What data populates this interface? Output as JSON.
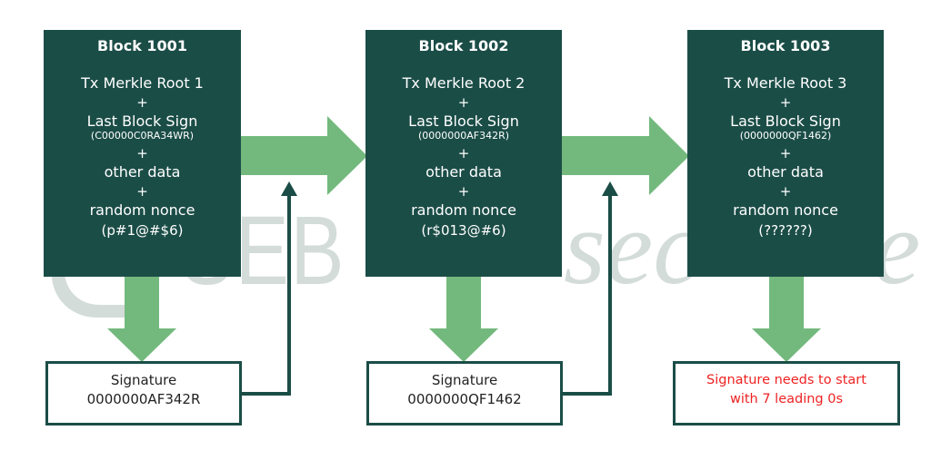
{
  "colors": {
    "block_fill": "#1b4d47",
    "arrow_fill": "#73b97d",
    "connector": "#1b4d47",
    "watermark": "#d3dcd9",
    "warning_text": "#ee2222"
  },
  "watermark": {
    "left_text": "SEB",
    "mid_text": "sec",
    "right_text": "e"
  },
  "blocks": [
    {
      "title": "Block 1001",
      "merkle": "Tx Merkle Root 1",
      "plus": "+",
      "last_sign_label": "Last Block Sign",
      "last_sign_value": "(C00000C0RA34WR)",
      "other": "other data",
      "nonce_label": "random nonce",
      "nonce_value": "(p#1@#$6)"
    },
    {
      "title": "Block 1002",
      "merkle": "Tx Merkle Root 2",
      "plus": "+",
      "last_sign_label": "Last Block Sign",
      "last_sign_value": "(0000000AF342R)",
      "other": "other data",
      "nonce_label": "random nonce",
      "nonce_value": "(r$013@#6)"
    },
    {
      "title": "Block 1003",
      "merkle": "Tx Merkle Root 3",
      "plus": "+",
      "last_sign_label": "Last Block Sign",
      "last_sign_value": "(0000000QF1462)",
      "other": "other data",
      "nonce_label": "random nonce",
      "nonce_value": "(??????)"
    }
  ],
  "signatures": [
    {
      "label": "Signature",
      "value": "0000000AF342R"
    },
    {
      "label": "Signature",
      "value": "0000000QF1462"
    },
    {
      "label": "Signature needs to start",
      "value": "with 7 leading 0s"
    }
  ]
}
